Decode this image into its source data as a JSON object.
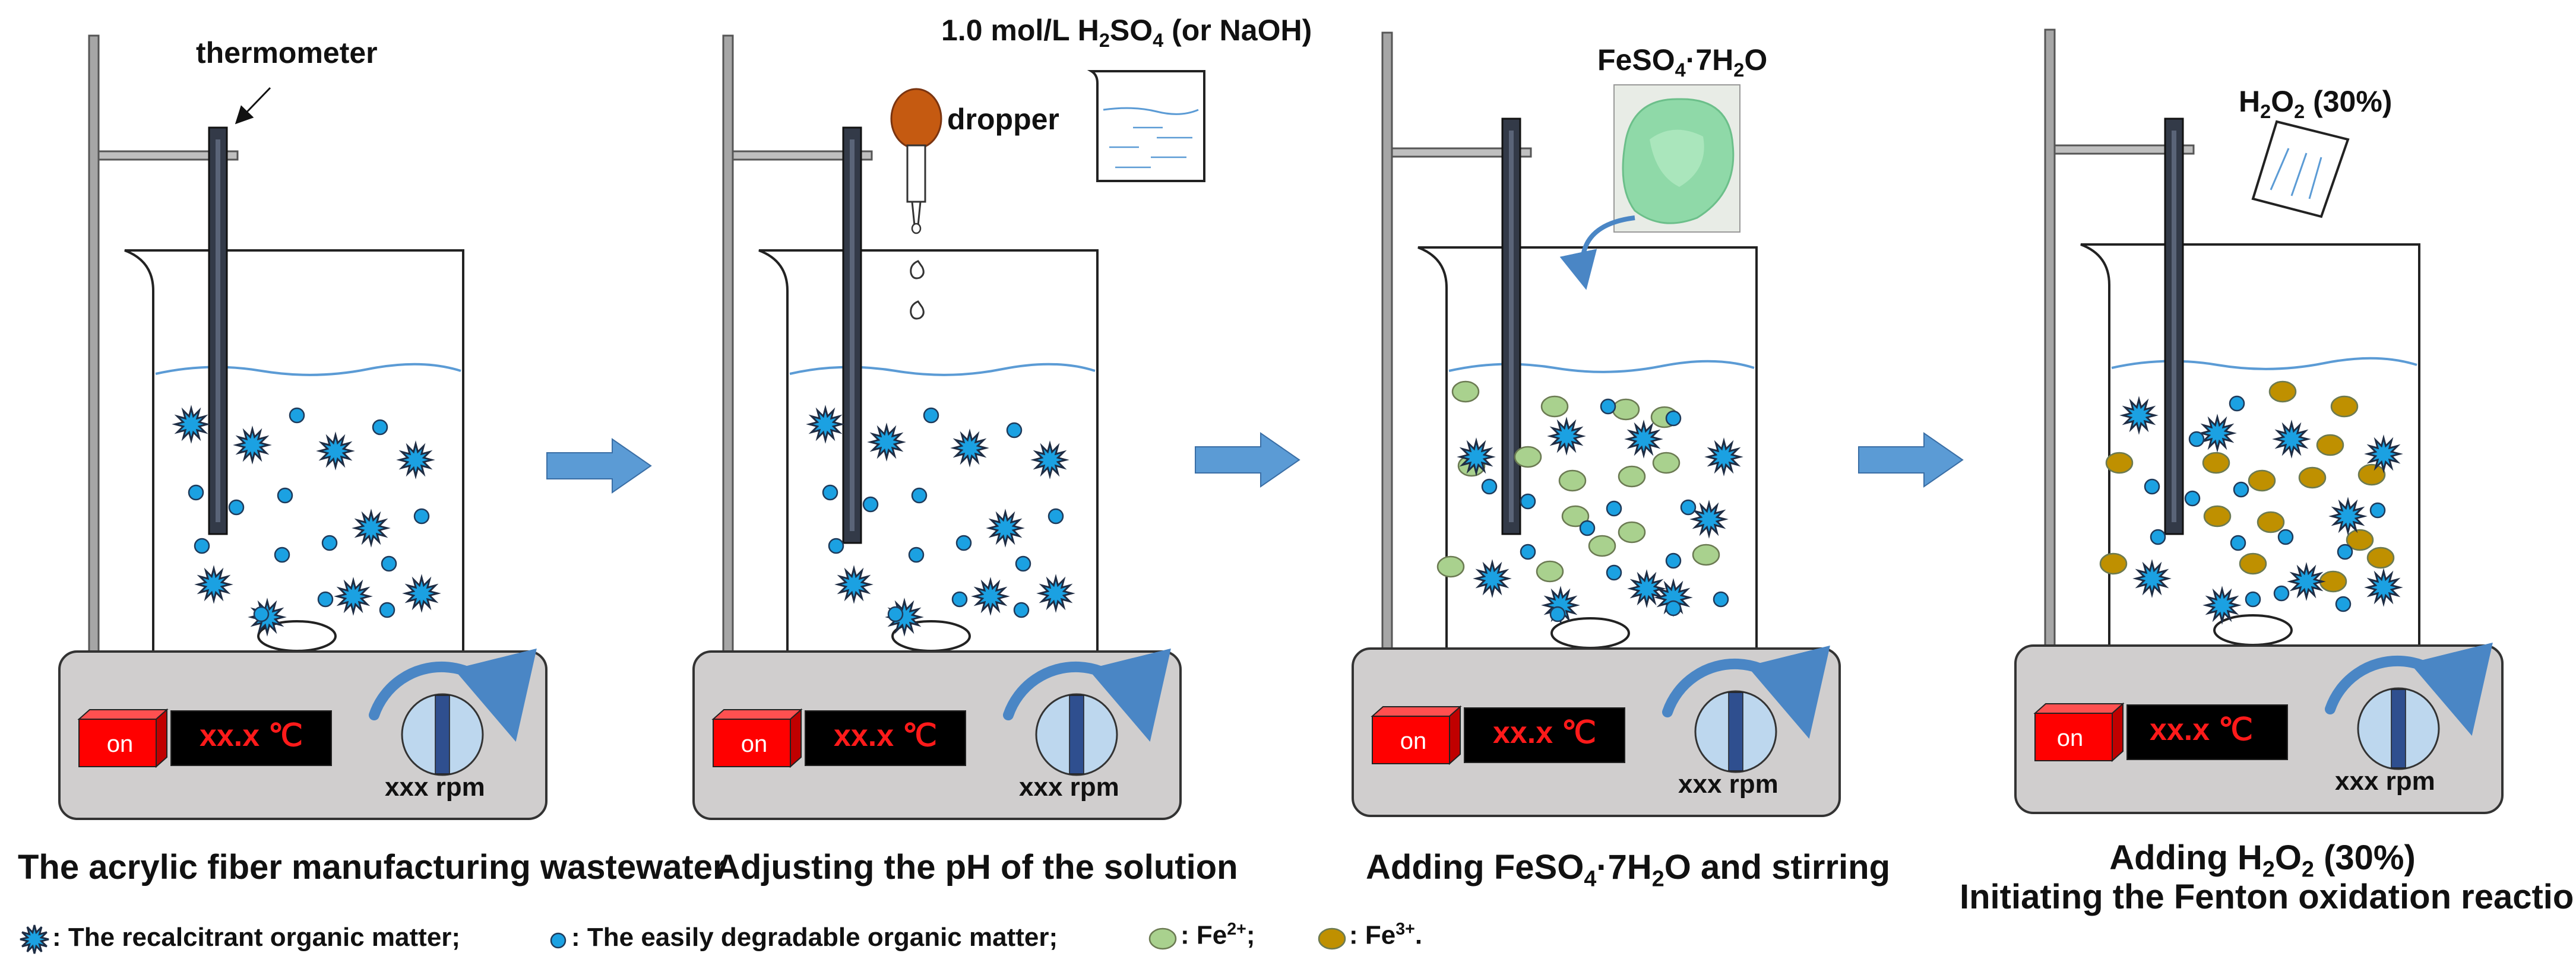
{
  "panels": [
    {
      "caption": "The acrylic fiber manufacturing wastewater",
      "display": "xx.x ℃",
      "switch": "on",
      "speed": "xxx  rpm",
      "thermometer_label": "thermometer"
    },
    {
      "caption": "Adjusting the pH of the solution",
      "display": "xx.x ℃",
      "switch": "on",
      "speed": "xxx  rpm",
      "reagent_main": "1.0 mol/L H",
      "reagent_sub1": "2",
      "reagent_mid": "SO",
      "reagent_sub2": "4",
      "reagent_tail": " (or NaOH)",
      "dropper_label": "dropper"
    },
    {
      "caption_a": "Adding FeSO",
      "caption_sub1": "4",
      "caption_b": "·7H",
      "caption_sub2": "2",
      "caption_c": "O and stirring",
      "display": "xx.x ℃",
      "switch": "on",
      "speed": "xxx  rpm",
      "reagent_a": "FeSO",
      "reagent_sub1": "4",
      "reagent_b": "·7H",
      "reagent_sub2": "2",
      "reagent_c": "O"
    },
    {
      "caption1_a": "Adding H",
      "caption1_sub1": "2",
      "caption1_b": "O",
      "caption1_sub2": "2",
      "caption1_c": " (30%)",
      "caption2": "Initiating the Fenton oxidation reaction",
      "display": "xx.x ℃",
      "switch": "on",
      "speed": "xxx  rpm",
      "reagent_a": "H",
      "reagent_sub1": "2",
      "reagent_b": "O",
      "reagent_sub2": "2",
      "reagent_c": " (30%)"
    }
  ],
  "legend": {
    "recalcitrant": ": The recalcitrant organic matter;",
    "degradable": ": The easily degradable organic matter;",
    "fe2_a": ": Fe",
    "fe2_sup": "2+",
    "fe2_b": ";",
    "fe3_a": ": Fe",
    "fe3_sup": "3+",
    "fe3_b": "."
  },
  "colors": {
    "water_line": "#5b9bd5",
    "thermometer": "#333a48",
    "degradable": "#1ba1e2",
    "recalcitrant": "#1ba1e2",
    "fe2": "#a9d18e",
    "fe3": "#bf9000",
    "arrow": "#5b9bd5",
    "heater": "#d0cece",
    "switch": "#ff0000",
    "dropper_bulb": "#c55a11",
    "powder": "#8fd9a8"
  }
}
